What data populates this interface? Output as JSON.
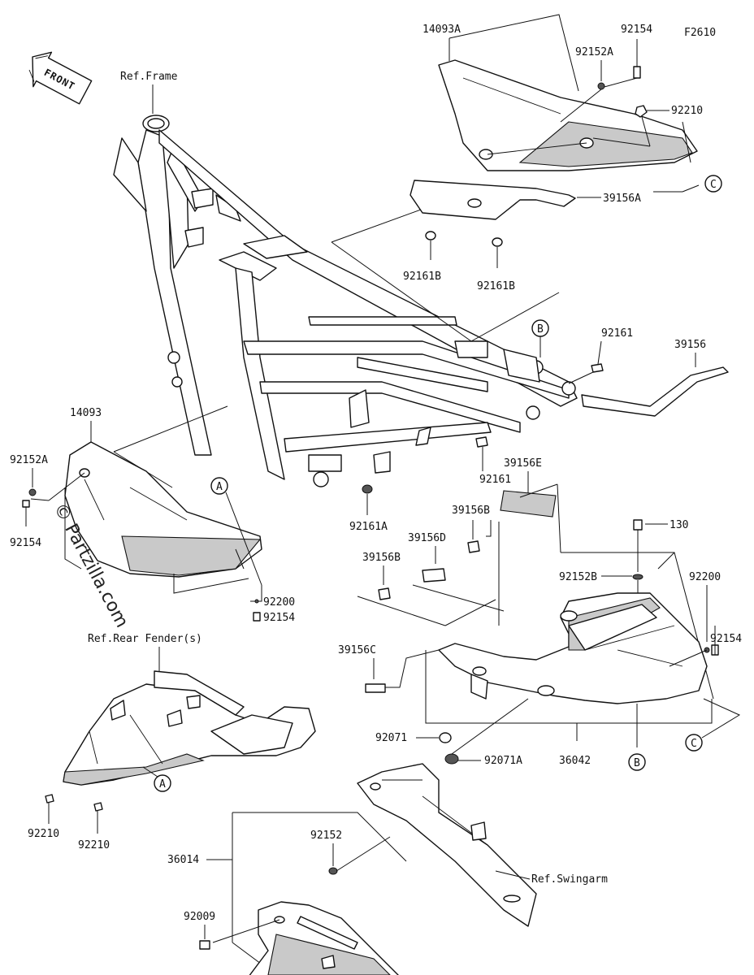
{
  "figure_id": "F2610",
  "front_badge": "FRONT",
  "watermark": "© Partzilla.com",
  "refs": {
    "frame": "Ref.Frame",
    "rear_fender": "Ref.Rear Fender(s)",
    "swingarm": "Ref.Swingarm"
  },
  "part_labels": {
    "p14093A": "14093A",
    "p92154_top": "92154",
    "p92152A_top": "92152A",
    "p92210_top": "92210",
    "p39156A": "39156A",
    "p92161B_left": "92161B",
    "p92161B_right": "92161B",
    "p92161_right": "92161",
    "p39156": "39156",
    "p92161_mid": "92161",
    "p92161A": "92161A",
    "p39156E": "39156E",
    "p39156B_top": "39156B",
    "p39156D": "39156D",
    "p39156B_left": "39156B",
    "p130": "130",
    "p92152B": "92152B",
    "p92200_right": "92200",
    "p92154_right": "92154",
    "p14093": "14093",
    "p92152A_left": "92152A",
    "p92154_left": "92154",
    "p92200_mid": "92200",
    "p92154_mid": "92154",
    "p39156C": "39156C",
    "p92071": "92071",
    "p92071A": "92071A",
    "p36042": "36042",
    "p92210_a": "92210",
    "p92210_b": "92210",
    "p92152": "92152",
    "p36014": "36014",
    "p92009": "92009"
  },
  "callouts": {
    "A1": "A",
    "A2": "A",
    "B1": "B",
    "B2": "B",
    "C1": "C",
    "C2": "C"
  }
}
